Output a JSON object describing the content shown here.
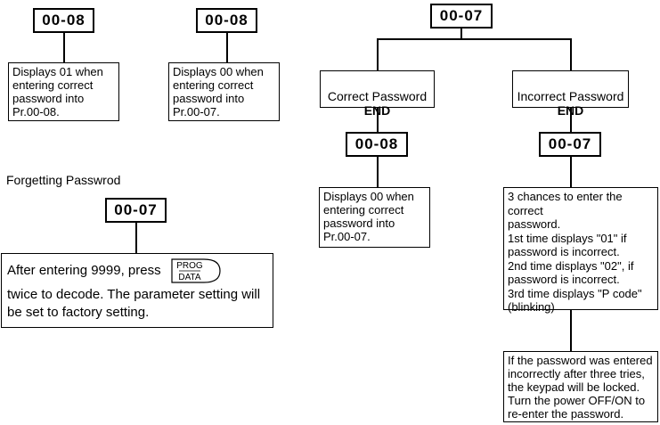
{
  "left_top": {
    "code_a": "00-08",
    "box_a": "Displays 01 when\nentering correct\npassword into\nPr.00-08.",
    "code_b": "00-08",
    "box_b": "Displays 00 when\nentering correct\npassword into\nPr.00-07."
  },
  "forgetting": {
    "title": "Forgetting Passwrod",
    "code": "00-07",
    "text_before": "After entering 9999, press",
    "key_top": "PROG",
    "key_bottom": "DATA",
    "text_after": "twice to decode. The parameter setting will be set to factory setting."
  },
  "tree": {
    "root_code": "00-07",
    "correct": {
      "label": "Correct Password",
      "end": "END",
      "code": "00-08",
      "box": "Displays 00 when\nentering correct\npassword into\nPr.00-07."
    },
    "incorrect": {
      "label": "Incorrect Password",
      "end": "END",
      "code": "00-07",
      "box": "3 chances to enter the correct\npassword.\n1st time displays \"01\" if\npassword is incorrect.\n2nd time displays \"02\", if\npassword is incorrect.\n3rd time displays \"P code\"\n(blinking)",
      "lock_box": "If the password was entered\nincorrectly after three tries,\nthe keypad will be locked.\nTurn the power OFF/ON to\nre-enter the password."
    }
  }
}
